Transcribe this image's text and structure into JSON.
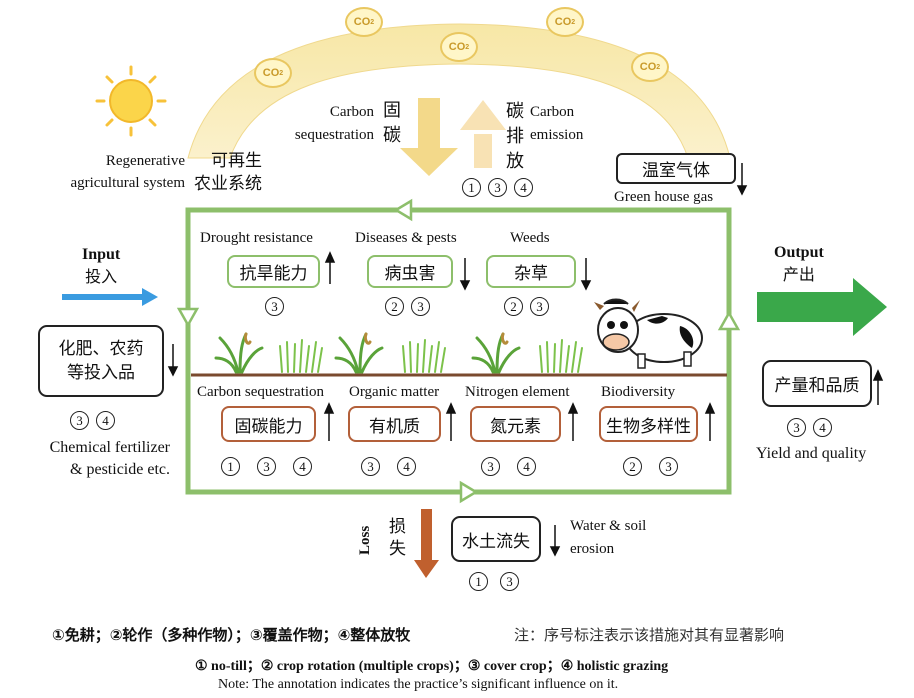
{
  "co2_label": "CO",
  "co2_sub": "2",
  "carbon_seq": {
    "en": [
      "Carbon",
      "sequestration"
    ],
    "zh": [
      "固",
      "碳"
    ]
  },
  "carbon_emit": {
    "en": [
      "Carbon",
      "emission"
    ],
    "zh": [
      "碳",
      "排",
      "放"
    ],
    "practices": [
      "3",
      "4"
    ],
    "first_practice": "1"
  },
  "regen": {
    "en": [
      "Regenerative",
      "agricultural system"
    ],
    "zh": [
      "可再生",
      "农业系统"
    ]
  },
  "ghg": {
    "zh": "温室气体",
    "en": "Green house gas"
  },
  "input": {
    "en": "Input",
    "zh": "投入"
  },
  "output": {
    "en": "Output",
    "zh": "产出"
  },
  "inputs_box": {
    "zh": [
      "化肥、农药",
      "等投入品"
    ],
    "practices": [
      "3",
      "4"
    ],
    "en": [
      "Chemical fertilizer",
      "& pesticide etc."
    ]
  },
  "yield_box": {
    "zh": "产量和品质",
    "practices": [
      "3",
      "4"
    ],
    "en": "Yield and quality"
  },
  "top_factors": [
    {
      "en": "Drought resistance",
      "zh": "抗旱能力",
      "trend": "up",
      "practices": [
        "3"
      ]
    },
    {
      "en": "Diseases & pests",
      "zh": "病虫害",
      "trend": "down",
      "practices": [
        "2",
        "3"
      ]
    },
    {
      "en": "Weeds",
      "zh": "杂草",
      "trend": "down",
      "practices": [
        "2",
        "3"
      ]
    }
  ],
  "bottom_factors": [
    {
      "en": "Carbon sequestration",
      "zh": "固碳能力",
      "trend": "up",
      "practices": [
        "1",
        "3",
        "4"
      ]
    },
    {
      "en": "Organic matter",
      "zh": "有机质",
      "trend": "up",
      "practices": [
        "3",
        "4"
      ]
    },
    {
      "en": "Nitrogen element",
      "zh": "氮元素",
      "trend": "up",
      "practices": [
        "3",
        "4"
      ]
    },
    {
      "en": "Biodiversity",
      "zh": "生物多样性",
      "trend": "up",
      "practices": [
        "2",
        "3"
      ]
    }
  ],
  "loss": {
    "en": "Loss",
    "zh": [
      "损",
      "失"
    ]
  },
  "erosion": {
    "zh": "水土流失",
    "en": [
      "Water & soil",
      "erosion"
    ],
    "practices": [
      "1",
      "3"
    ]
  },
  "legend_zh": "①免耕；②轮作（多种作物）；③覆盖作物；④整体放牧",
  "note_zh": "注：序号标注表示该措施对其有显著影响",
  "legend_en": "① no-till；② crop rotation (multiple crops)；③ cover crop；④ holistic grazing",
  "note_en": "Note: The annotation  indicates the practice’s significant influence on it.",
  "colors": {
    "frame": "#8dbf6b",
    "orange": "#b3603a",
    "output_arrow": "#3aa84a",
    "input_arrow": "#3a9be0",
    "yellow": "#f5dc8c"
  }
}
